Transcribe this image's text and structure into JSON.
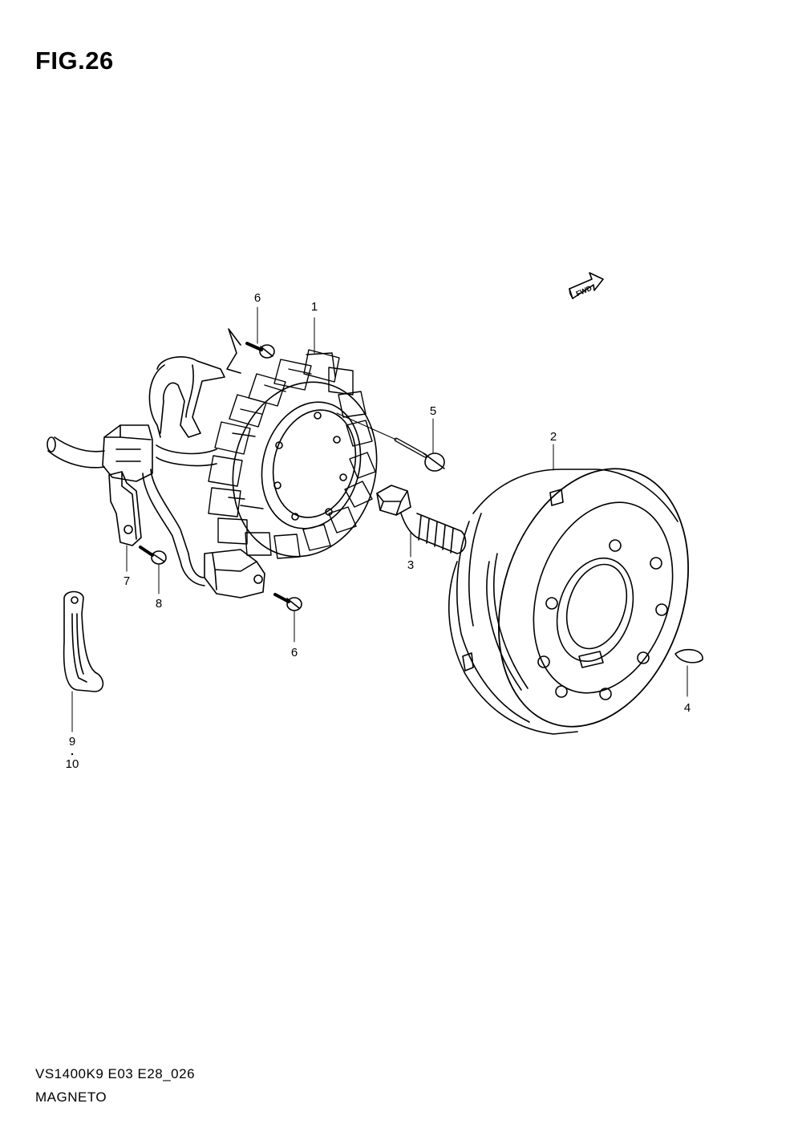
{
  "figure": {
    "label": "FIG.26"
  },
  "orientation": {
    "icon": "fwd-arrow-icon",
    "label": "FWD"
  },
  "callouts": [
    "1",
    "2",
    "3",
    "4",
    "5",
    "6",
    "6",
    "7",
    "8",
    "9",
    "10"
  ],
  "footer": {
    "model_code": "VS1400K9 E03 E28_026",
    "title": "MAGNETO"
  },
  "colors": {
    "line": "#000000",
    "background": "#ffffff"
  }
}
